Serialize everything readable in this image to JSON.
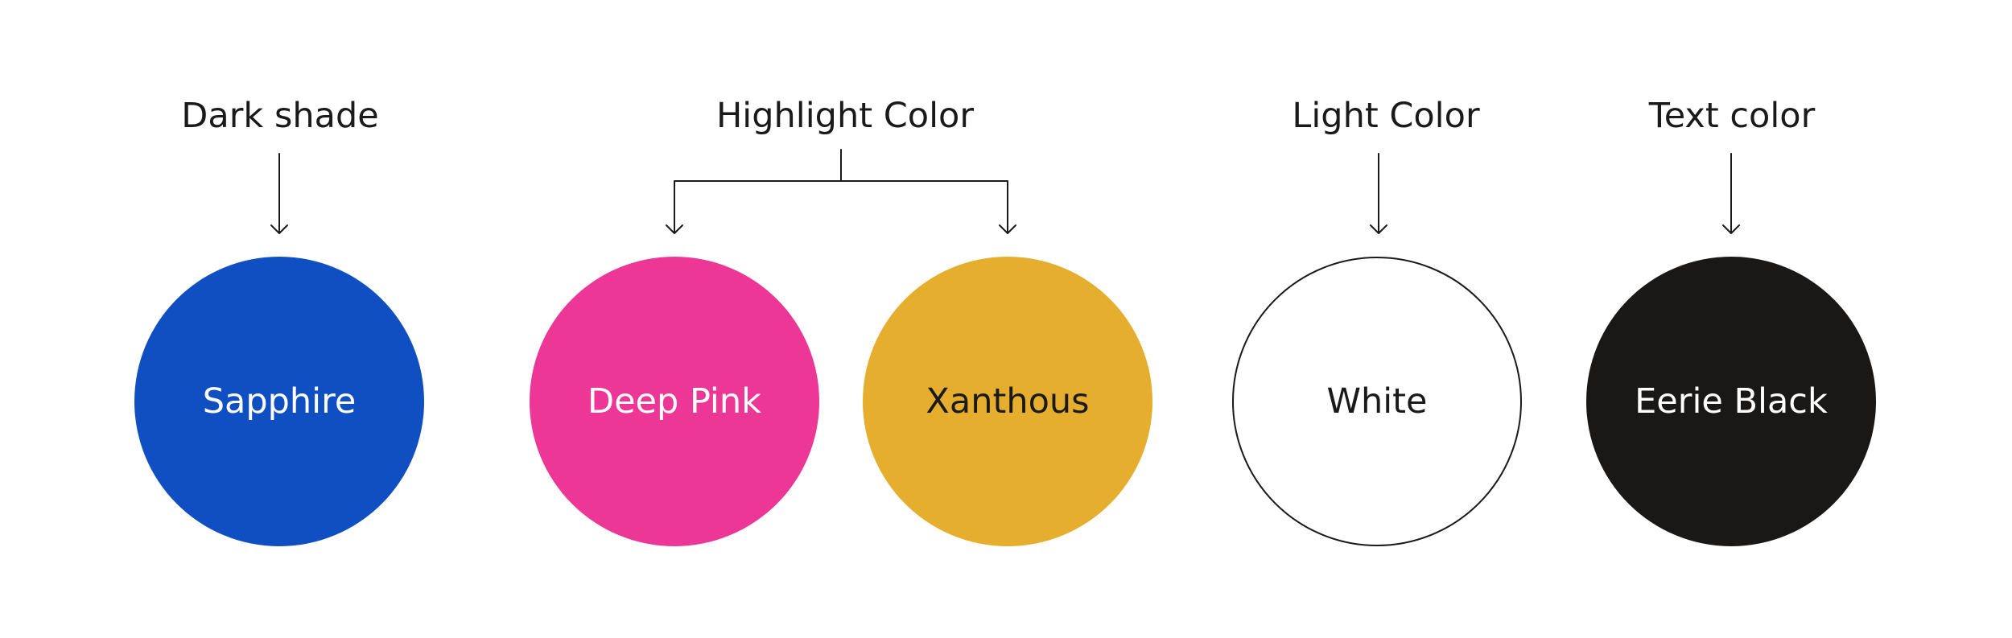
{
  "labels": {
    "dark": "Dark shade",
    "highlight": "Highlight Color",
    "light": "Light Color",
    "text": "Text color"
  },
  "swatches": [
    {
      "name": "Sapphire",
      "color": "#104fc1",
      "text_color": "#ffffff",
      "outlined": false
    },
    {
      "name": "Deep Pink",
      "color": "#ed3796",
      "text_color": "#ffffff",
      "outlined": false
    },
    {
      "name": "Xanthous",
      "color": "#e5ae2f",
      "text_color": "#1a1a1a",
      "outlined": false
    },
    {
      "name": "White",
      "color": "#ffffff",
      "text_color": "#1a1a1a",
      "outlined": true
    },
    {
      "name": "Eerie Black",
      "color": "#1a1816",
      "text_color": "#ffffff",
      "outlined": false
    }
  ],
  "line_color": "#1a1a1a"
}
